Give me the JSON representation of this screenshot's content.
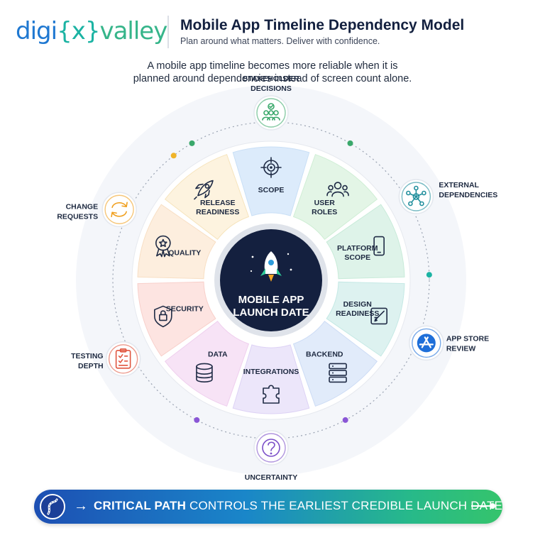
{
  "logo": {
    "part1": "digi",
    "part2": "{x}",
    "part3": "valley"
  },
  "header": {
    "title": "Mobile App Timeline Dependency Model",
    "subtitle": "Plan around what matters. Deliver with confidence."
  },
  "intro": {
    "line1": "A mobile app timeline becomes more reliable when it is",
    "line2": "planned around dependencies instead of screen count alone."
  },
  "hub": {
    "line1": "MOBILE APP",
    "line2": "LAUNCH DATE",
    "icon": "rocket-icon"
  },
  "segments": [
    {
      "lines": [
        "SCOPE"
      ],
      "icon": "target-icon",
      "color": "#dcebfb",
      "stroke": "#c9dff6"
    },
    {
      "lines": [
        "USER",
        "ROLES"
      ],
      "icon": "users-icon",
      "color": "#e3f5e6",
      "stroke": "#cfeed5"
    },
    {
      "lines": [
        "PLATFORM",
        "SCOPE"
      ],
      "icon": "phone-icon",
      "color": "#def3e9",
      "stroke": "#c8ebd9"
    },
    {
      "lines": [
        "DESIGN",
        "READINESS"
      ],
      "icon": "design-icon",
      "color": "#ddf2f0",
      "stroke": "#c5e9e5"
    },
    {
      "lines": [
        "BACKEND"
      ],
      "icon": "server-icon",
      "color": "#e1ebfa",
      "stroke": "#cddcf5"
    },
    {
      "lines": [
        "INTEGRATIONS"
      ],
      "icon": "puzzle-icon",
      "color": "#ece6fa",
      "stroke": "#ddd2f5"
    },
    {
      "lines": [
        "DATA"
      ],
      "icon": "database-icon",
      "color": "#f7e3f6",
      "stroke": "#efcfee"
    },
    {
      "lines": [
        "SECURITY"
      ],
      "icon": "shield-lock-icon",
      "color": "#fde4e1",
      "stroke": "#f8d0cb"
    },
    {
      "lines": [
        "QUALITY"
      ],
      "icon": "award-icon",
      "color": "#fdeede",
      "stroke": "#f8dfc4"
    },
    {
      "lines": [
        "RELEASE",
        "READINESS"
      ],
      "icon": "rocket-outline-icon",
      "color": "#fdf3df",
      "stroke": "#f6e4bd"
    }
  ],
  "externals": [
    {
      "lines": [
        "STAKEHOLDER",
        "DECISIONS"
      ],
      "icon": "team-check-icon",
      "color": "#3aa86b"
    },
    {
      "lines": [
        "EXTERNAL",
        "DEPENDENCIES"
      ],
      "icon": "network-icon",
      "color": "#1f8e9c"
    },
    {
      "lines": [
        "APP STORE",
        "REVIEW"
      ],
      "icon": "app-store-icon",
      "color": "#1e6fd9"
    },
    {
      "lines": [
        "UNCERTAINTY"
      ],
      "icon": "question-icon",
      "color": "#7b4fc8"
    },
    {
      "lines": [
        "TESTING",
        "DEPTH"
      ],
      "icon": "checklist-icon",
      "color": "#e0553f"
    },
    {
      "lines": [
        "CHANGE",
        "REQUESTS"
      ],
      "icon": "refresh-icon",
      "color": "#f0a020"
    }
  ],
  "dot_colors": [
    "#3aa86b",
    "#3aa86b",
    "#1bb3a3",
    "#8a56d6",
    "#8a56d6",
    "#e0553f",
    "#f0b429"
  ],
  "banner": {
    "bold": "CRITICAL PATH",
    "rest": " CONTROLS THE EARLIEST CREDIBLE LAUNCH DATE",
    "icon": "road-icon",
    "arrow": "→"
  }
}
